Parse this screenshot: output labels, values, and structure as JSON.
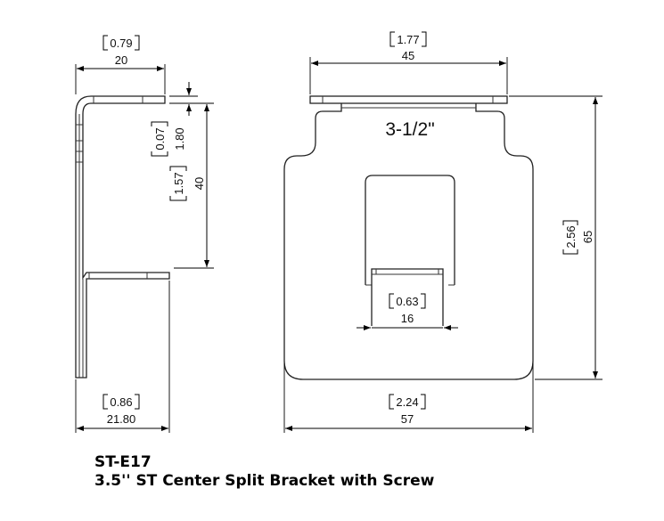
{
  "drawing": {
    "side_view": {
      "top_width": {
        "inch": "0.79",
        "mm": "20"
      },
      "thickness": {
        "inch": "0.07",
        "mm": "1.80"
      },
      "slot_height": {
        "inch": "1.57",
        "mm": "40"
      },
      "bottom_width": {
        "inch": "0.86",
        "mm": "21.80"
      }
    },
    "front_view": {
      "top_width": {
        "inch": "1.77",
        "mm": "45"
      },
      "stamp": "3-1/2\"",
      "height": {
        "inch": "2.56",
        "mm": "65"
      },
      "tab_width": {
        "inch": "0.63",
        "mm": "16"
      },
      "overall_width": {
        "inch": "2.24",
        "mm": "57"
      }
    }
  },
  "caption": {
    "part_number": "ST-E17",
    "description": "3.5'' ST Center Split Bracket with Screw"
  },
  "colors": {
    "line": "#222222",
    "background": "#ffffff"
  }
}
